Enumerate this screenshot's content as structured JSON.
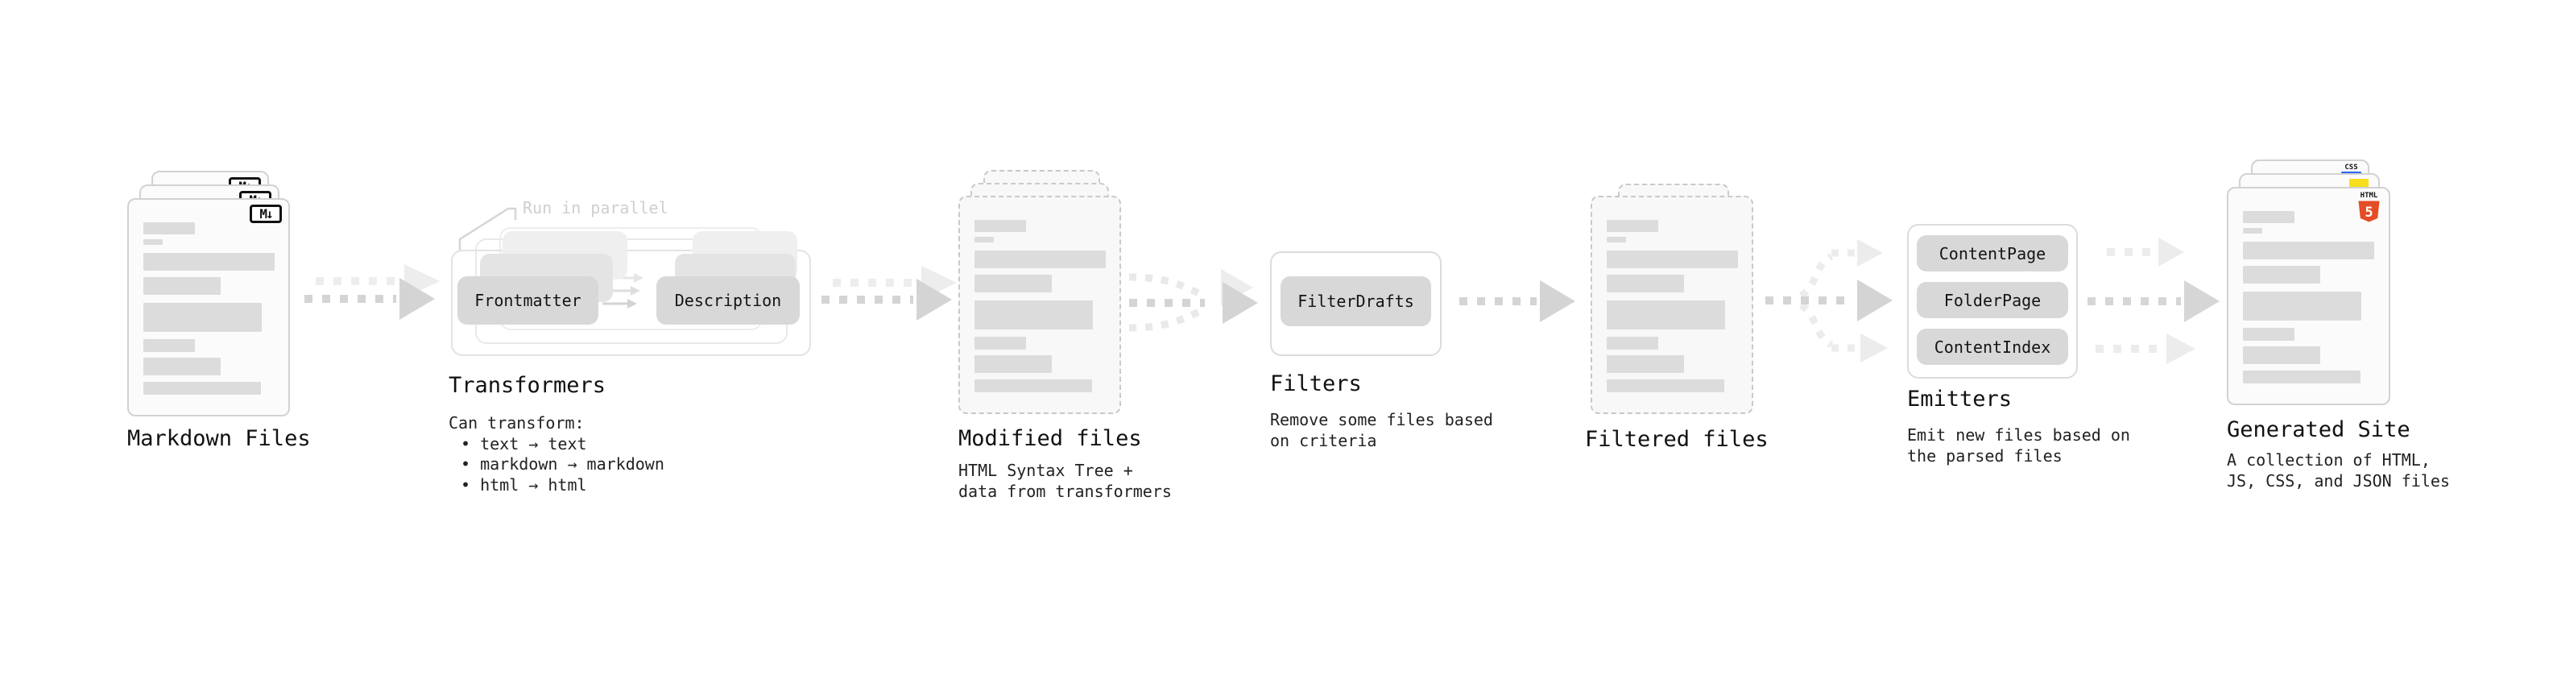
{
  "stages": {
    "markdown": {
      "title": "Markdown Files",
      "badge": "M↓"
    },
    "transformers": {
      "title": "Transformers",
      "annotation": "Run in parallel",
      "pill_left": "Frontmatter",
      "pill_right": "Description",
      "intro": "Can transform:",
      "bullets": [
        "• text → text",
        "• markdown → markdown",
        "• html → html"
      ]
    },
    "modified": {
      "title": "Modified files",
      "desc_line1": "HTML Syntax Tree +",
      "desc_line2": "data from transformers"
    },
    "filters": {
      "title": "Filters",
      "pill": "FilterDrafts",
      "desc_line1": "Remove some files based",
      "desc_line2": "on criteria"
    },
    "filtered": {
      "title": "Filtered files"
    },
    "emitters": {
      "title": "Emitters",
      "pills": [
        "ContentPage",
        "FolderPage",
        "ContentIndex"
      ],
      "desc_line1": "Emit new files based on",
      "desc_line2": "the parsed files"
    },
    "generated": {
      "title": "Generated Site",
      "badge_css": "CSS",
      "badge_html": "HTML",
      "badge_five": "5",
      "desc_line1": "A collection of HTML,",
      "desc_line2": "JS, CSS, and JSON files"
    }
  },
  "colors": {
    "js_yellow": "#f7df1e",
    "css_blue": "#2965f1",
    "html_orange": "#e44d26"
  }
}
